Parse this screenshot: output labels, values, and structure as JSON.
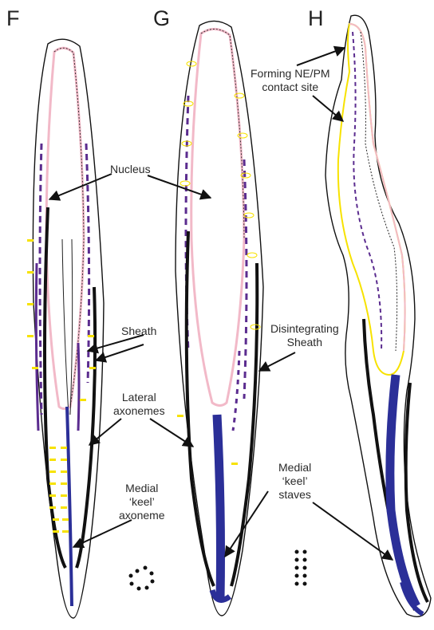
{
  "panels": [
    {
      "letter": "F"
    },
    {
      "letter": "G"
    },
    {
      "letter": "H"
    }
  ],
  "labels": {
    "nucleus": "Nucleus",
    "forming_ne_pm": [
      "Forming NE/PM",
      "contact site"
    ],
    "sheath": "Sheath",
    "disintegrating_sheath": [
      "Disintegrating",
      "Sheath"
    ],
    "lateral_axonemes": [
      "Lateral",
      "axonemes"
    ],
    "medial_keel_axoneme": [
      "Medial",
      "‘keel’",
      "axoneme"
    ],
    "medial_keel_staves": [
      "Medial",
      "‘keel’",
      "staves"
    ]
  },
  "colors": {
    "outline": "#111111",
    "nuclear_envelope": "#f2b9c8",
    "microtubules_purple": "#5b2c8f",
    "yellow_marks": "#f7e200",
    "keel_blue": "#2b2f98",
    "black_axoneme": "#111111"
  }
}
